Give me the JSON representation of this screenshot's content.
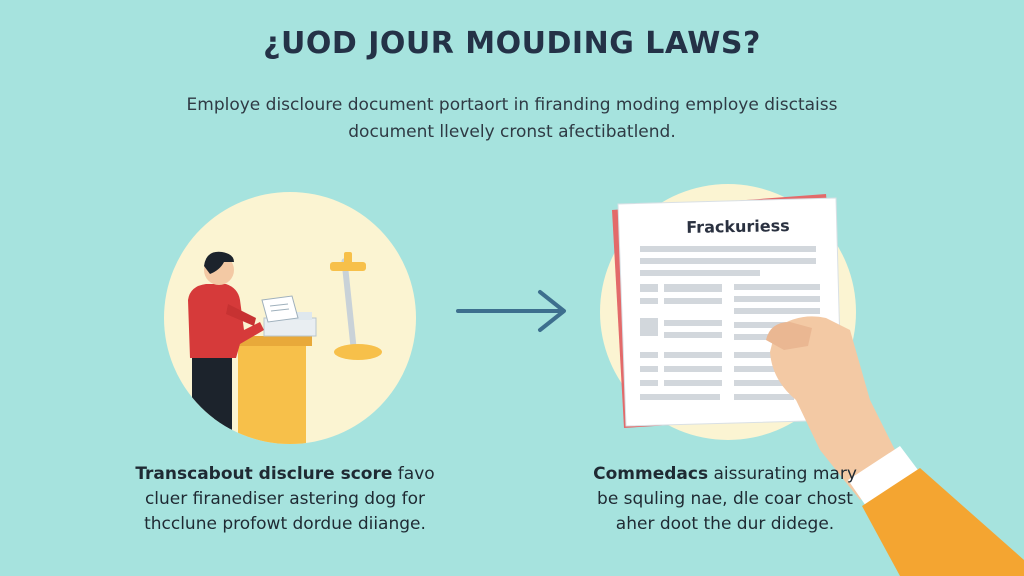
{
  "header": {
    "title": "¿UOD JOUR MOUDING LAWS?",
    "subtitle": "Employe discloure document portaort in firanding moding employe disctaiss document llevely cronst afectibatlend."
  },
  "left_panel": {
    "caption_bold": "Transcabout disclure score",
    "caption_rest": " favo cluer firanediser astering dog for thcclune profowt dordue diiange."
  },
  "right_panel": {
    "document_title": "Frackuriess",
    "caption_bold": "Commedacs",
    "caption_rest": " aissurating mary be squling nae, dle coar chost aher doot the dur didege."
  },
  "colors": {
    "background": "#a6e3de",
    "circle": "#fbf4d2",
    "arrow": "#3d6f8e",
    "accent_yellow": "#f7c04a",
    "accent_red": "#d63a3a",
    "sleeve_orange": "#f4a531"
  }
}
